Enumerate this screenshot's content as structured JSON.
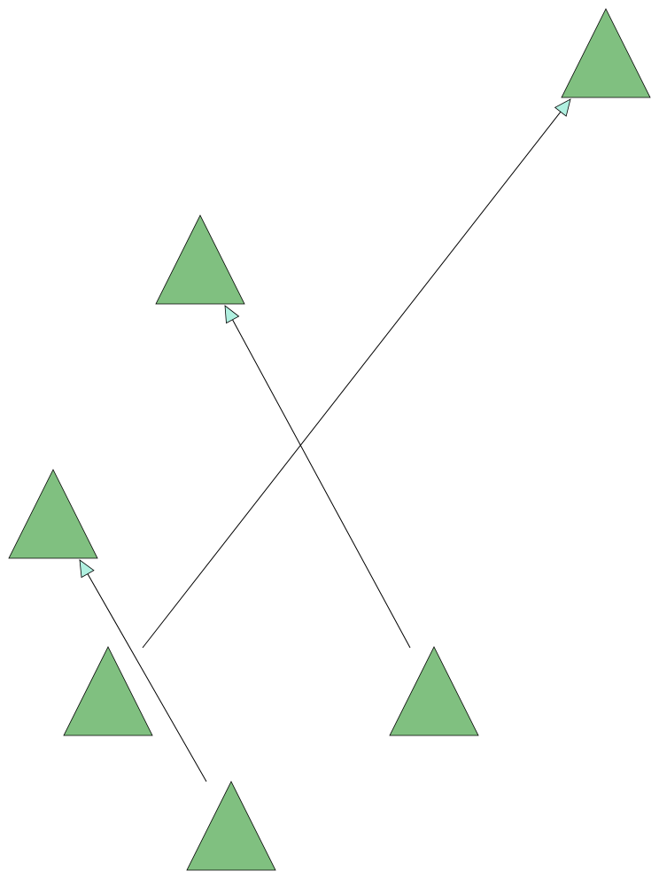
{
  "diagram": {
    "node_shape": "triangle",
    "node_fill": "#80c080",
    "arrow_fill": "#b0f0e0",
    "nodes": [
      {
        "id": "node-top-right"
      },
      {
        "id": "node-upper-middle"
      },
      {
        "id": "node-left-middle"
      },
      {
        "id": "node-lower-left"
      },
      {
        "id": "node-lower-right"
      },
      {
        "id": "node-bottom"
      }
    ],
    "edges": [
      {
        "from": "node-lower-left",
        "to": "node-top-right"
      },
      {
        "from": "node-lower-right",
        "to": "node-upper-middle"
      },
      {
        "from": "node-bottom",
        "to": "node-left-middle"
      }
    ]
  }
}
